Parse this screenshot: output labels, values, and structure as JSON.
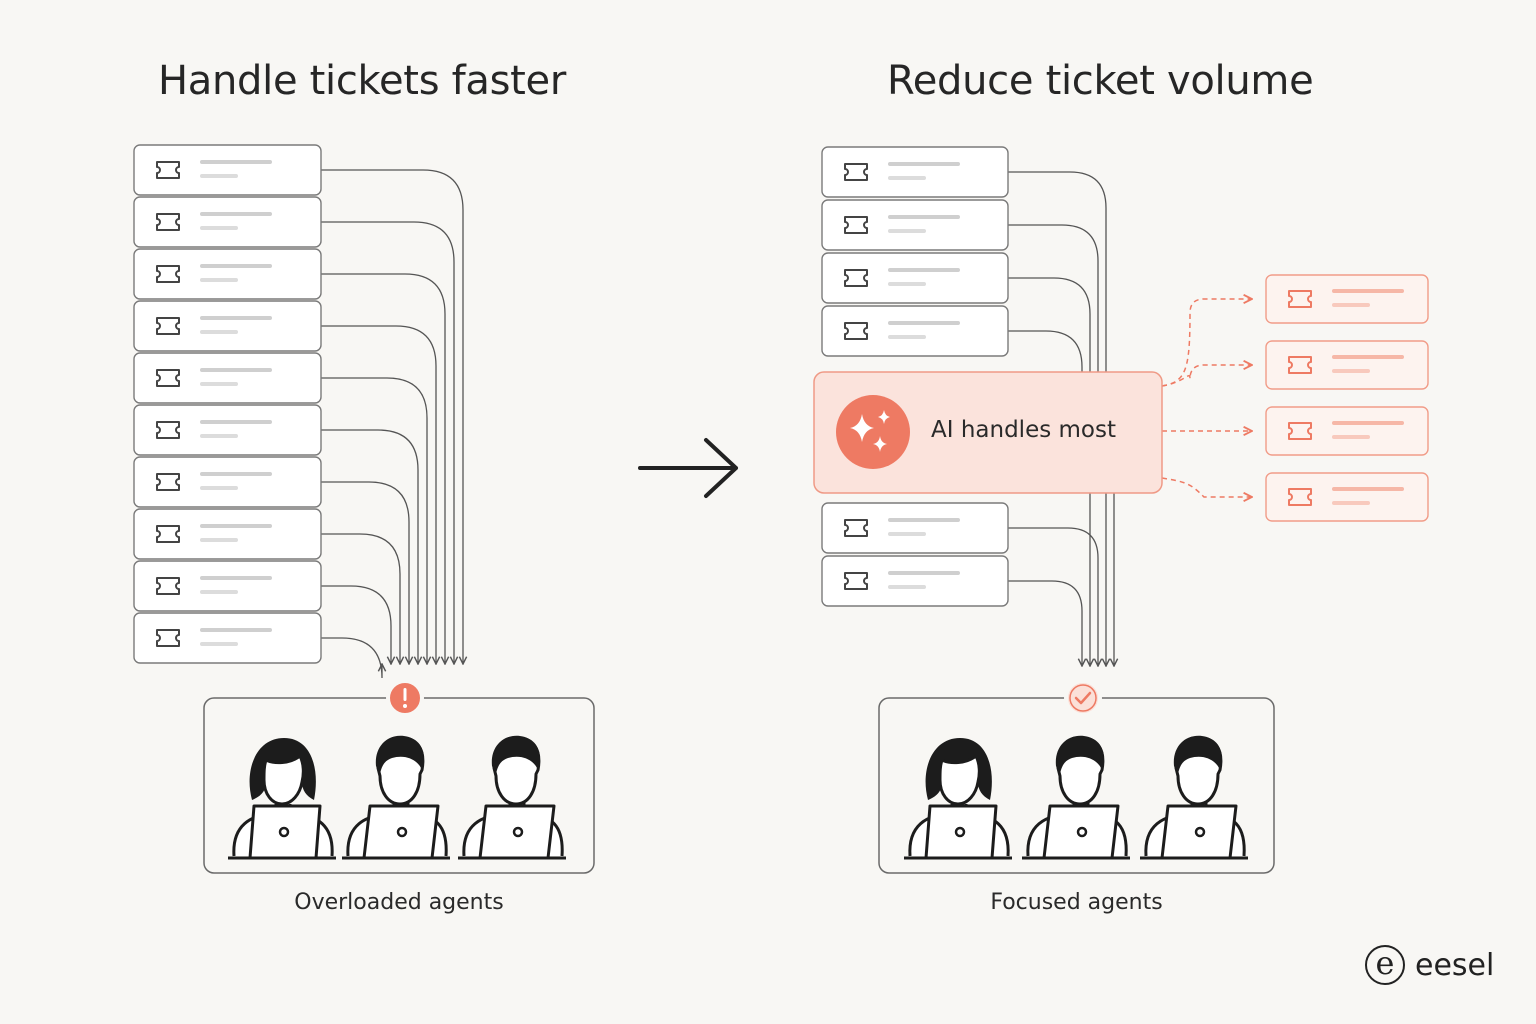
{
  "left_panel": {
    "title": "Handle tickets faster",
    "ticket_count": 10,
    "status_icon": "alert-icon",
    "caption": "Overloaded agents"
  },
  "transition": {
    "icon": "arrow-right-icon"
  },
  "right_panel": {
    "title": "Reduce ticket volume",
    "incoming_ticket_count": 4,
    "ai_box": {
      "label": "AI handles most",
      "icon": "sparkles-icon"
    },
    "ai_resolved_ticket_count": 4,
    "remaining_ticket_count": 2,
    "status_icon": "check-icon",
    "caption": "Focused agents"
  },
  "agents": [
    "agent-female",
    "agent-male",
    "agent-male"
  ],
  "brand": {
    "mark": "e",
    "name": "eesel"
  },
  "colors": {
    "background": "#f8f7f4",
    "ink": "#333333",
    "accent": "#ee7a63",
    "accent_light": "#fbe0d8",
    "muted_line": "#cfcfcf"
  }
}
